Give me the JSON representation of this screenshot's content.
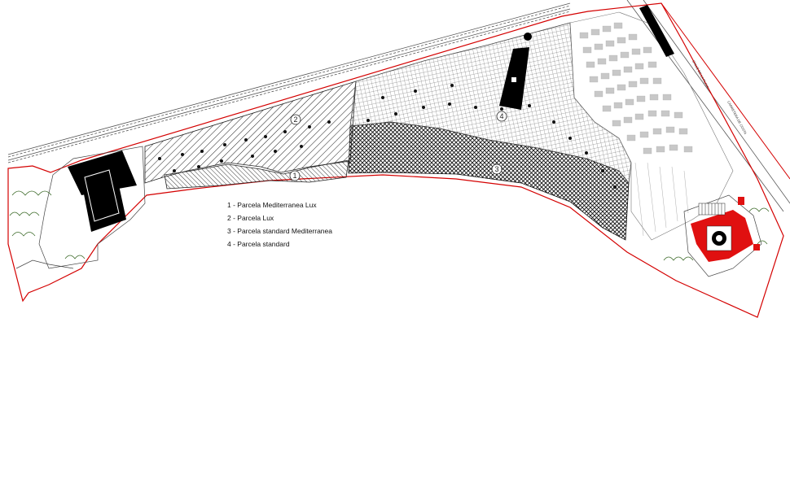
{
  "legend": [
    {
      "number": "1",
      "text": "1 - Parcela Mediterranea Lux"
    },
    {
      "number": "2",
      "text": "2 - Parcela Lux"
    },
    {
      "number": "3",
      "text": "3 - Parcela standard Mediterranea"
    },
    {
      "number": "4",
      "text": "4 - Parcela standard"
    }
  ],
  "markers": [
    "1",
    "2",
    "3",
    "4"
  ],
  "street_labels": [
    "CALLE DE LA PLAYA",
    "CARRETERA DE COSTA"
  ],
  "colors": {
    "boundary": "#d40000",
    "building_fill": "#e01010",
    "block": "#000000",
    "road": "#666666",
    "vegetation": "#3d6b2a"
  }
}
